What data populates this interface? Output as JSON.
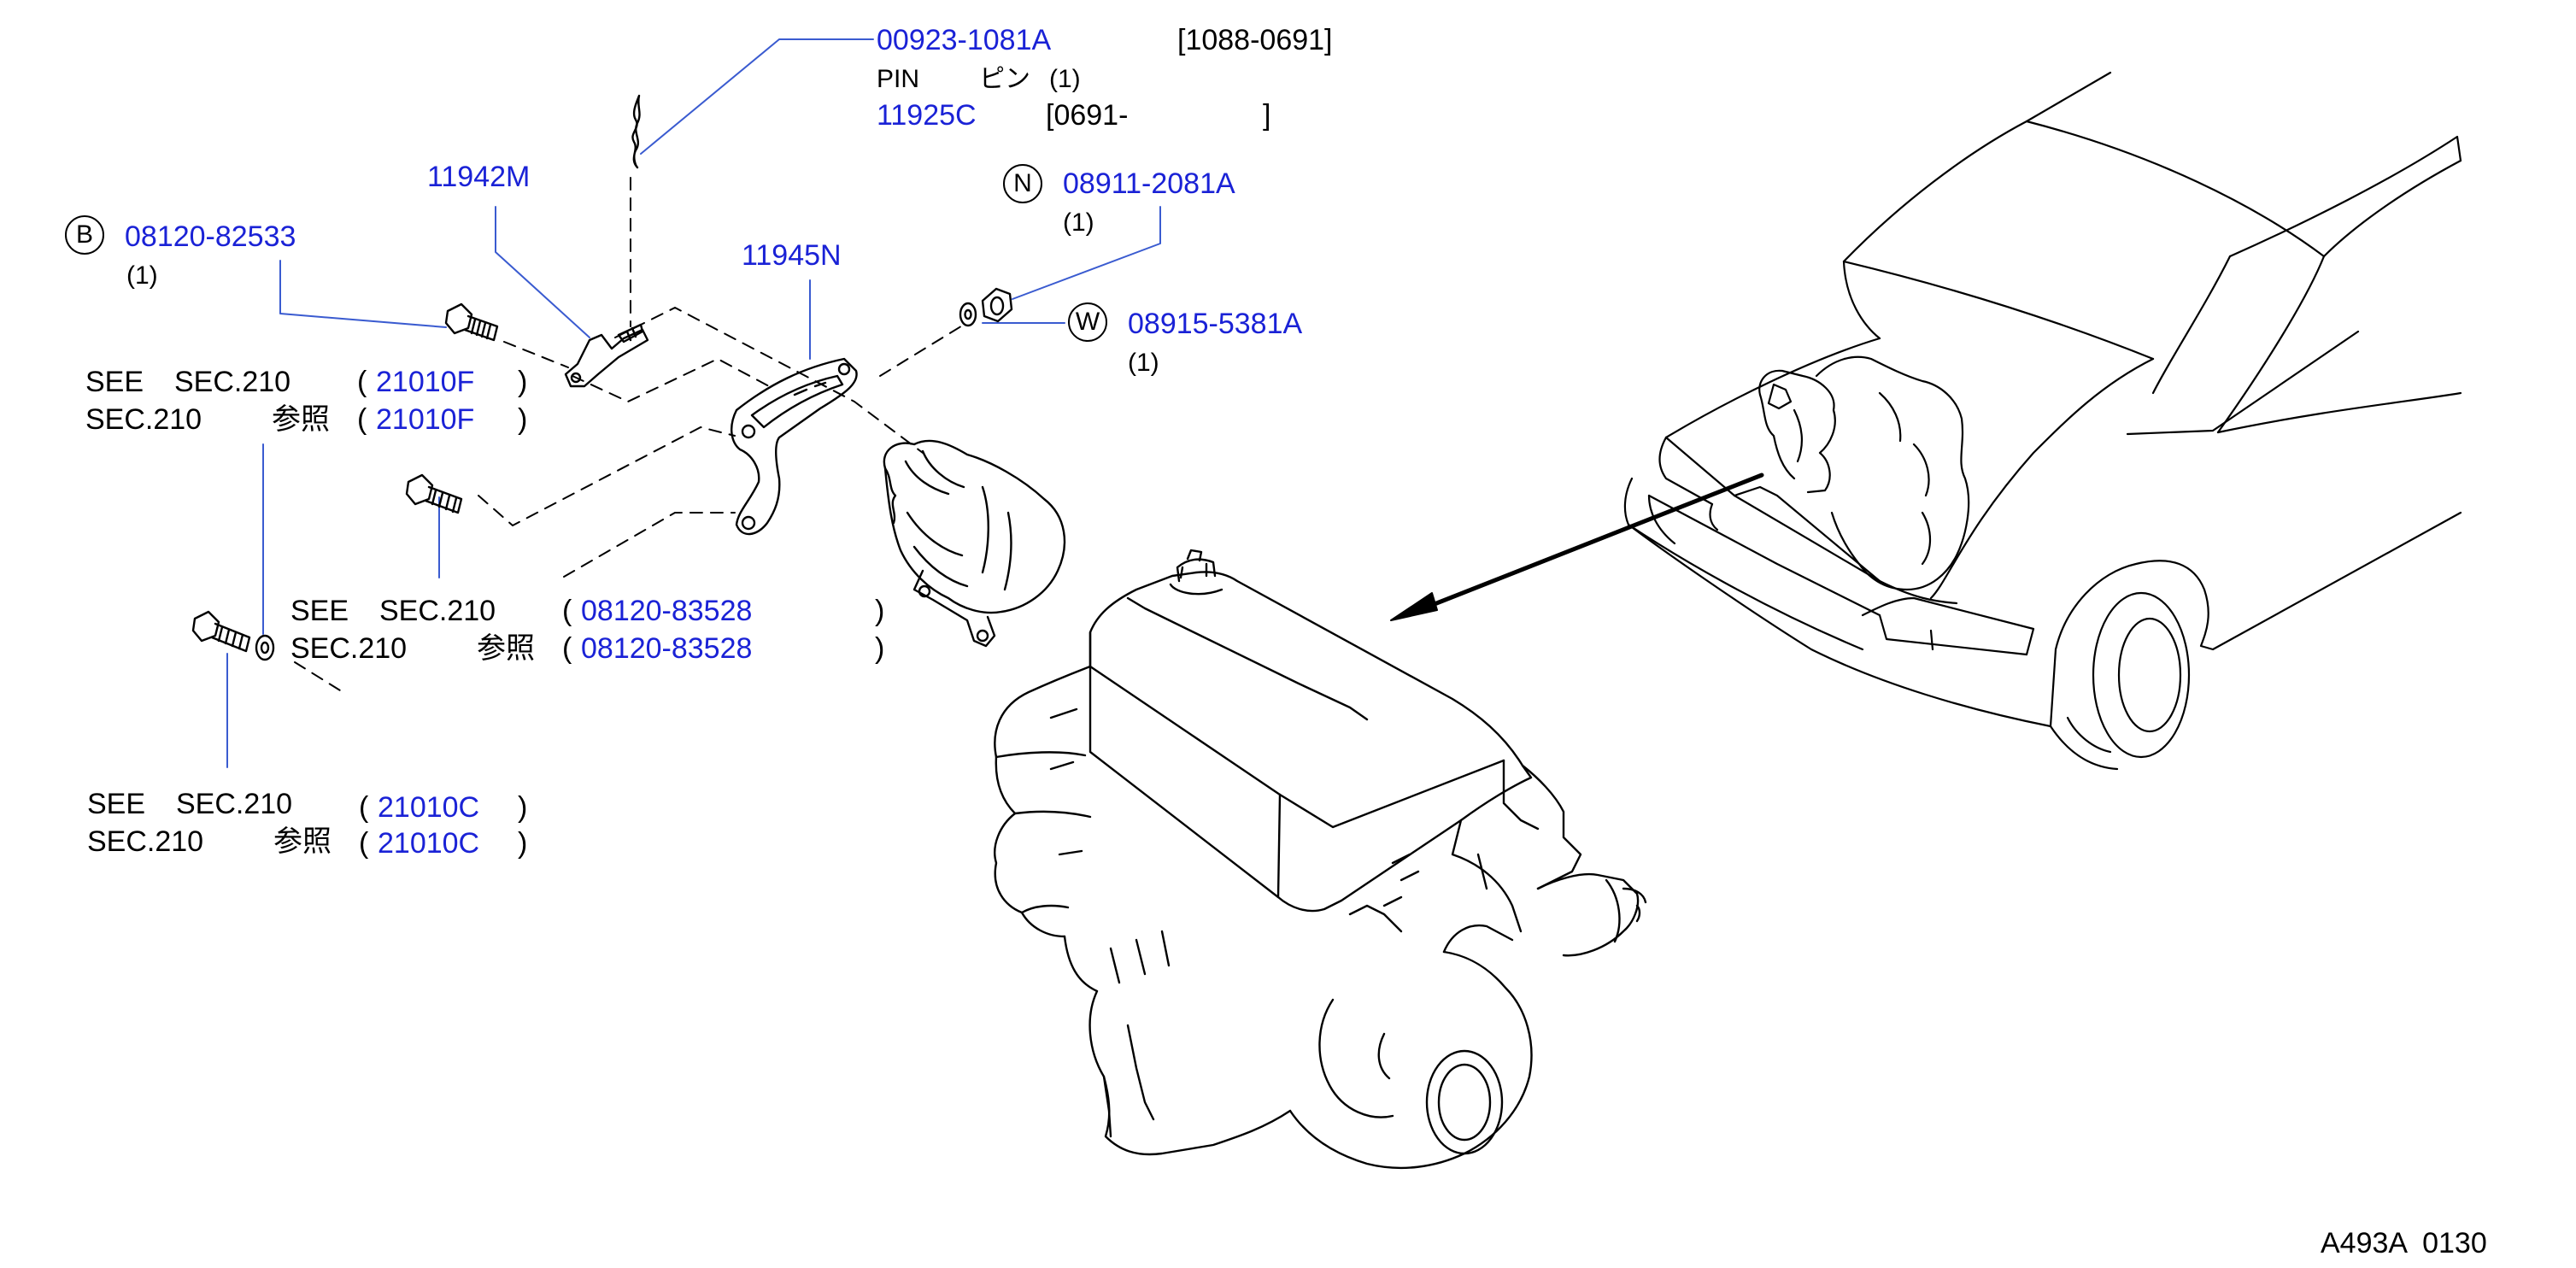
{
  "colors": {
    "part_number": "#1a22d6",
    "text": "#000000",
    "leader": "#3a5bd0",
    "line": "#000000"
  },
  "parts": {
    "pin": {
      "part_no": "00923-1081A",
      "date_range": "[1088-0691]",
      "name_en": "PIN",
      "name_jp": "ピン",
      "qty": "(1)",
      "alt_part_no": "11925C",
      "alt_range_open": "[0691-",
      "alt_range_close": "]"
    },
    "bracket_1": {
      "part_no": "11942M"
    },
    "bolt_b": {
      "letter": "B",
      "part_no": "08120-82533",
      "qty": "(1)"
    },
    "bracket_2": {
      "part_no": "11945N"
    },
    "nut_n": {
      "letter": "N",
      "part_no": "08911-2081A",
      "qty": "(1)"
    },
    "washer_w": {
      "letter": "W",
      "part_no": "08915-5381A",
      "qty": "(1)"
    }
  },
  "references": [
    {
      "see": "SEE",
      "sec_en": "SEC.210",
      "sec_jp": "SEC.210",
      "sansho": "参照",
      "open": "(",
      "ref": "21010F",
      "close": ")"
    },
    {
      "see": "SEE",
      "sec_en": "SEC.210",
      "sec_jp": "SEC.210",
      "sansho": "参照",
      "open": "(",
      "ref": "08120-83528",
      "close": ")"
    },
    {
      "see": "SEE",
      "sec_en": "SEC.210",
      "sec_jp": "SEC.210",
      "sansho": "参照",
      "open": "(",
      "ref": "21010C",
      "close": ")"
    }
  ],
  "diagram_code": "A493A  0130"
}
